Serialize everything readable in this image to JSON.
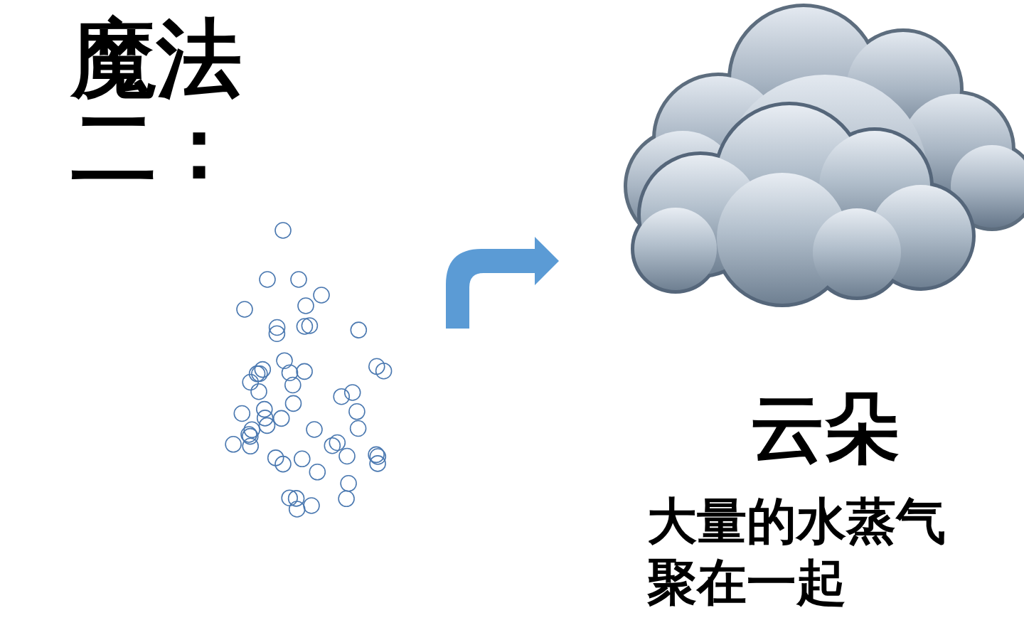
{
  "diagram": {
    "title": "魔法二：",
    "labels": [
      "云朵",
      "大量的水蒸气聚在一起"
    ]
  }
}
